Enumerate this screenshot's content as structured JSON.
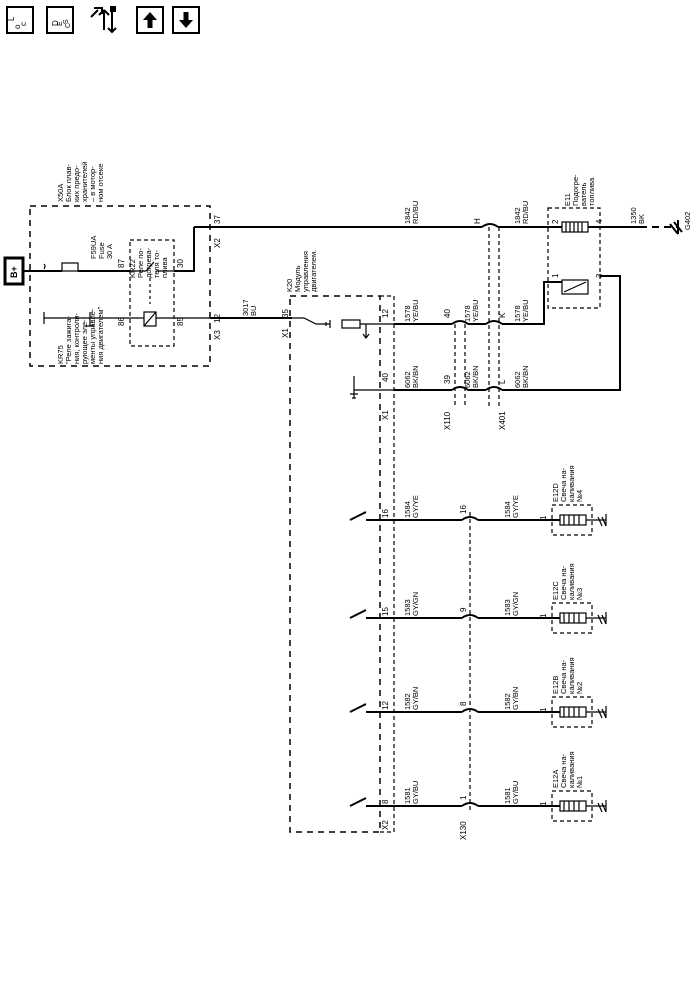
{
  "toolbar": {
    "location_label": "LOC",
    "description_label": "DESC",
    "icons": [
      "location-icon",
      "description-icon",
      "repair-icon",
      "up-arrow-icon",
      "down-arrow-icon"
    ]
  },
  "diagram": {
    "battery": "B+",
    "fuse_block": {
      "name": "X50A",
      "desc": [
        "Блок плав-",
        "ких предо-",
        "хранителей",
        "– в мотор-",
        "ном отсеке"
      ]
    },
    "fuse": {
      "name": "F59UA",
      "desc": [
        "Fuse",
        "30 A"
      ]
    },
    "relay_kr75": {
      "name": "KR75",
      "desc": [
        "\"Реле зажига-",
        "ния, контроли-",
        "рующее эле-",
        "менты управле-",
        "ния двигателем\""
      ]
    },
    "relay_kr22": {
      "name": "KR22",
      "desc": [
        "Реле по-",
        "догрева-",
        "теля то-",
        "плива"
      ],
      "pins": [
        "87",
        "30",
        "86",
        "85"
      ]
    },
    "module": {
      "name": "K20",
      "desc": [
        "Модуль",
        "управления",
        "двигателем."
      ]
    },
    "heater": {
      "name": "E11",
      "desc": [
        "Подогре-",
        "ватель",
        "топлива"
      ],
      "pins": [
        "2",
        "4",
        "1",
        "3"
      ]
    },
    "ground": "G402",
    "connectors": [
      "X2",
      "X3",
      "X1",
      "X110",
      "X401",
      "X130"
    ],
    "pins": {
      "x2_37": "37",
      "x3_12": "12",
      "x1_35": "35",
      "x1_12": "12",
      "x1_40": "40",
      "x110_40": "40",
      "x110_39": "39",
      "x401_h": "H",
      "x401_k": "K",
      "x401_l": "L",
      "x2_16": "16",
      "x2_15": "15",
      "x2_12": "12",
      "x2_8": "8",
      "x130_16": "16",
      "x130_9": "9",
      "x130_8": "8",
      "x130_1": "1"
    },
    "wires": {
      "w1842a": [
        "1842",
        "RD/BU"
      ],
      "w1842b": [
        "1842",
        "RD/BU"
      ],
      "w1350": [
        "1350",
        "BK"
      ],
      "w3017": [
        "3017",
        "BU"
      ],
      "w1578a": [
        "1578",
        "YE/BU"
      ],
      "w1578b": [
        "1578",
        "YE/BU"
      ],
      "w1578c": [
        "1578",
        "YE/BU"
      ],
      "w6062a": [
        "6062",
        "BK/BN"
      ],
      "w6062b": [
        "6062",
        "BK/BN"
      ],
      "w6062c": [
        "6062",
        "BK/BN"
      ],
      "w1584a": [
        "1584",
        "GY/YE"
      ],
      "w1584b": [
        "1584",
        "GY/YE"
      ],
      "w1583a": [
        "1583",
        "GY/GN"
      ],
      "w1583b": [
        "1583",
        "GY/GN"
      ],
      "w1582a": [
        "1582",
        "GY/BN"
      ],
      "w1582b": [
        "1582",
        "GY/BN"
      ],
      "w1581a": [
        "1581",
        "GY/BU"
      ],
      "w1581b": [
        "1581",
        "GY/BU"
      ]
    },
    "glow_plugs": [
      {
        "name": "E12D",
        "desc": [
          "Свеча на-",
          "каливания",
          "№4"
        ],
        "pin": "1"
      },
      {
        "name": "E12C",
        "desc": [
          "Свеча на-",
          "каливания",
          "№3"
        ],
        "pin": "1"
      },
      {
        "name": "E12B",
        "desc": [
          "Свеча на-",
          "каливания",
          "№2"
        ],
        "pin": "1"
      },
      {
        "name": "E12A",
        "desc": [
          "Свеча на-",
          "каливания",
          "№1"
        ],
        "pin": "1"
      }
    ]
  }
}
